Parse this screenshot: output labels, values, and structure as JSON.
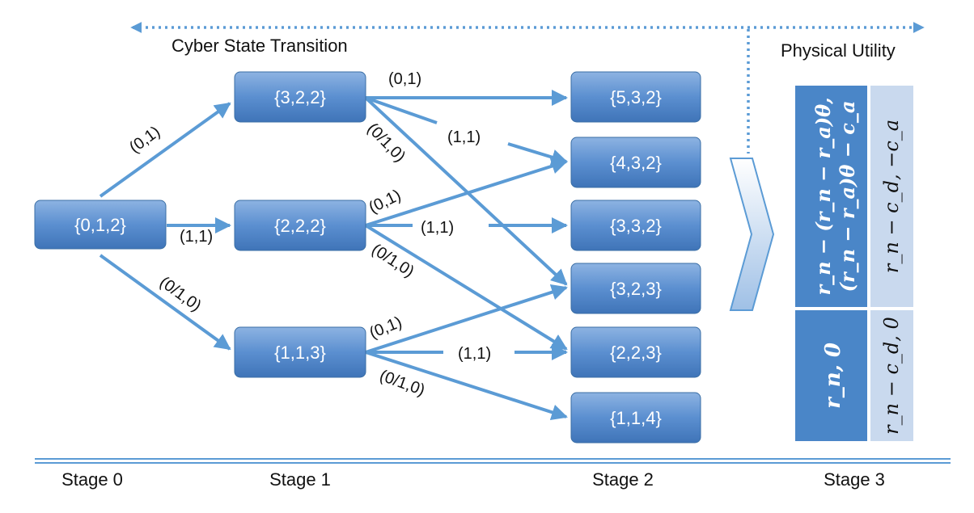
{
  "header": {
    "cyber_title": "Cyber State Transition",
    "physical_title": "Physical Utility"
  },
  "nodes": {
    "s0": "{0,1,2}",
    "s1_top": "{3,2,2}",
    "s1_mid": "{2,2,2}",
    "s1_bot": "{1,1,3}",
    "s2_a": "{5,3,2}",
    "s2_b": "{4,3,2}",
    "s2_c": "{3,3,2}",
    "s2_d": "{3,2,3}",
    "s2_e": "{2,2,3}",
    "s2_f": "{1,1,4}"
  },
  "edge_labels": {
    "s0_to_top": "(0,1)",
    "s0_to_mid": "(1,1)",
    "s0_to_bot": "(0/1,0)",
    "top_to_a": "(0,1)",
    "top_to_b": "(1,1)",
    "top_to_d": "(0/1,0)",
    "mid_to_b": "(0,1)",
    "mid_to_c": "(1,1)",
    "mid_to_e": "(0/1,0)",
    "bot_to_d": "(0,1)",
    "bot_to_e": "(1,1)",
    "bot_to_f": "(0/1,0)"
  },
  "utility_table": {
    "top_left_line1": "r_n − (r_n − r_a)θ,",
    "top_left_line2": "(r_n − r_a)θ − c_a",
    "top_right": "r_n − c_d, −c_a",
    "bottom_left": "r_n, 0",
    "bottom_right": "r_n − c_d, 0"
  },
  "stages": [
    "Stage 0",
    "Stage 1",
    "Stage 2",
    "Stage 3"
  ],
  "colors": {
    "node_fill": "#4f81bd",
    "node_light": "#7fa6d6",
    "arrow": "#5b9bd5",
    "dark_cell": "#4a86c8",
    "light_cell": "#c9d9ee"
  }
}
